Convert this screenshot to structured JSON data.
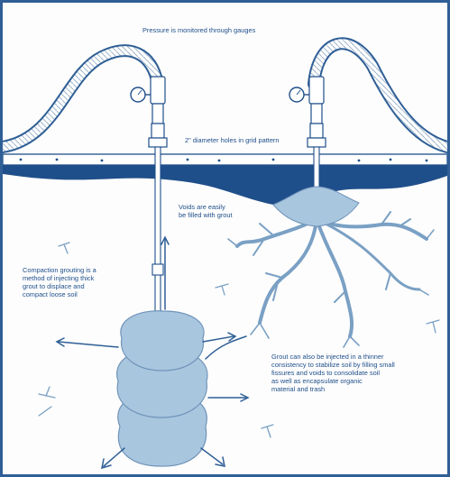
{
  "labels": {
    "pressure": "Pressure is monitored through gauges",
    "holes": "2\" diameter holes in grid pattern",
    "voids": "Voids are easily\nbe filled with grout",
    "compaction": "Compaction grouting is a\nmethod of injecting thick\ngrout to displace and\ncompact loose soil",
    "thinner": "Grout can also be injected in a thinner\nconsistency to stabilize soil by filling small\nfissures and voids to consolidate soil\nas well as encapsulate organic\nmaterial and trash"
  },
  "colors": {
    "border": "#2f5f96",
    "ink": "#1f4f8a",
    "soil_dark": "#1f4f8a",
    "grout": "#a9c6df",
    "grout_edge": "#6f93b8"
  }
}
